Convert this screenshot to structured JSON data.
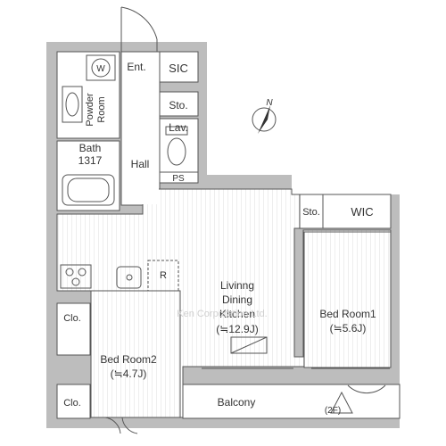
{
  "labels": {
    "entrance": "Ent.",
    "sic": "SIC",
    "storage_top": "Sto.",
    "lavatory": "Lav.",
    "powder_room_1": "Powder",
    "powder_room_2": "Room",
    "washer": "W",
    "bath": "Bath",
    "bath_size": "1317",
    "hall": "Hall",
    "pipe_space": "PS",
    "storage_mid": "Sto.",
    "wic": "WIC",
    "refrigerator": "R",
    "ldk_1": "Livinng",
    "ldk_2": "Dining",
    "ldk_3": "Kitchen",
    "ldk_size": "(≒12.9J)",
    "bedroom1": "Bed Room1",
    "bedroom1_size": "(≒5.6J)",
    "closet_upper": "Clo.",
    "closet_lower": "Clo.",
    "bedroom2": "Bed Room2",
    "bedroom2_size": "(≒4.7J)",
    "balcony": "Balcony",
    "floor": "(2F)",
    "north": "N",
    "watermark": "Ken Corporation Ltd."
  },
  "colors": {
    "wall": "#bdbdbd",
    "line": "#555555",
    "floor_stripe": "#e2e2e2"
  }
}
